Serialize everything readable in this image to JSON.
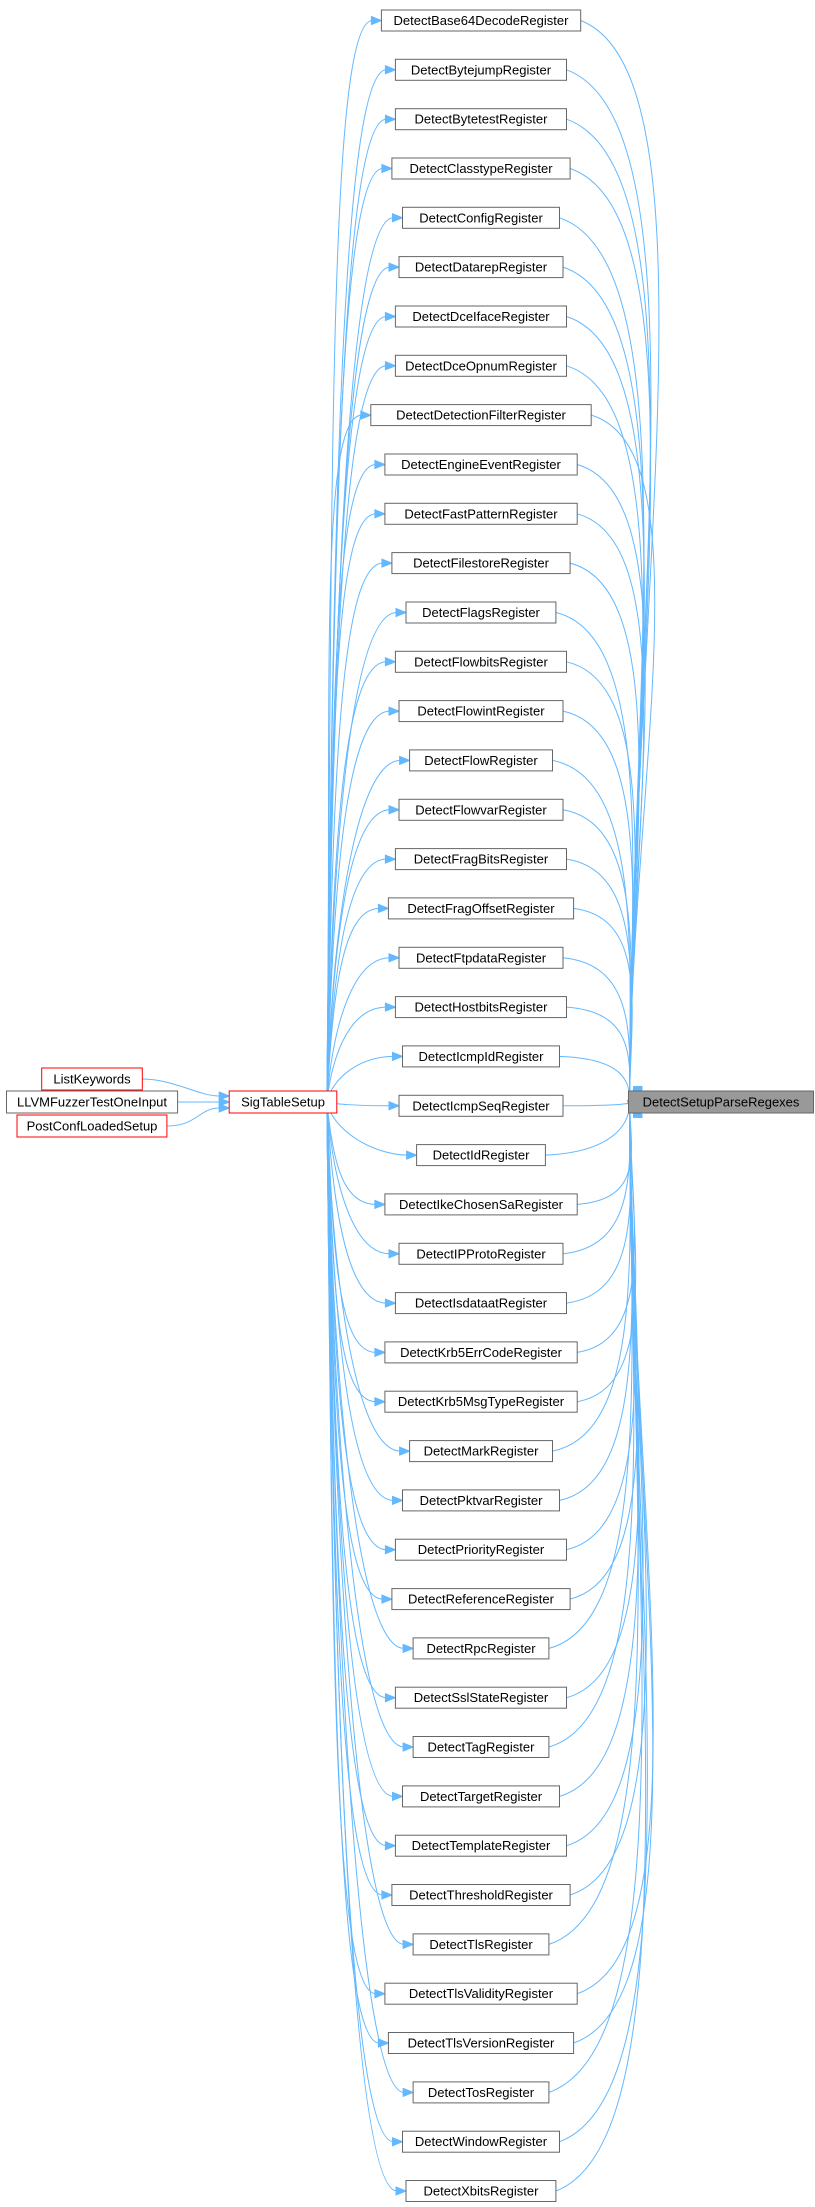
{
  "graph": {
    "target": "DetectSetupParseRegexes",
    "hub": "SigTableSetup",
    "callers": [
      {
        "label": "ListKeywords",
        "highlight": true
      },
      {
        "label": "LLVMFuzzerTestOneInput",
        "highlight": false
      },
      {
        "label": "PostConfLoadedSetup",
        "highlight": true
      }
    ],
    "registers": [
      "DetectBase64DecodeRegister",
      "DetectBytejumpRegister",
      "DetectBytetestRegister",
      "DetectClasstypeRegister",
      "DetectConfigRegister",
      "DetectDatarepRegister",
      "DetectDceIfaceRegister",
      "DetectDceOpnumRegister",
      "DetectDetectionFilterRegister",
      "DetectEngineEventRegister",
      "DetectFastPatternRegister",
      "DetectFilestoreRegister",
      "DetectFlagsRegister",
      "DetectFlowbitsRegister",
      "DetectFlowintRegister",
      "DetectFlowRegister",
      "DetectFlowvarRegister",
      "DetectFragBitsRegister",
      "DetectFragOffsetRegister",
      "DetectFtpdataRegister",
      "DetectHostbitsRegister",
      "DetectIcmpIdRegister",
      "DetectIcmpSeqRegister",
      "DetectIdRegister",
      "DetectIkeChosenSaRegister",
      "DetectIPProtoRegister",
      "DetectIsdataatRegister",
      "DetectKrb5ErrCodeRegister",
      "DetectKrb5MsgTypeRegister",
      "DetectMarkRegister",
      "DetectPktvarRegister",
      "DetectPriorityRegister",
      "DetectReferenceRegister",
      "DetectRpcRegister",
      "DetectSslStateRegister",
      "DetectTagRegister",
      "DetectTargetRegister",
      "DetectTemplateRegister",
      "DetectThresholdRegister",
      "DetectTlsRegister",
      "DetectTlsValidityRegister",
      "DetectTlsVersionRegister",
      "DetectTosRegister",
      "DetectWindowRegister",
      "DetectXbitsRegister"
    ],
    "colors": {
      "edge": "#63b8ff",
      "node_border": "#666666",
      "highlight_border": "#ff0000",
      "target_fill": "#999999"
    }
  }
}
